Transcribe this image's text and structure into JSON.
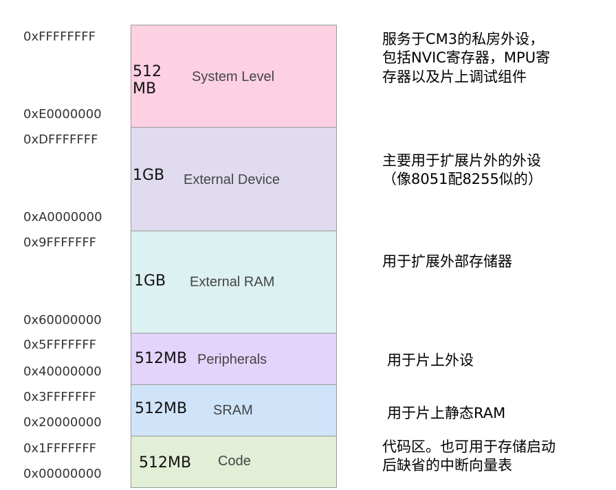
{
  "addresses": {
    "a0": "0xFFFFFFFF",
    "a1": "0xE0000000",
    "a2": "0xDFFFFFFF",
    "a3": "0xA0000000",
    "a4": "0x9FFFFFFF",
    "a5": "0x60000000",
    "a6": "0x5FFFFFFF",
    "a7": "0x40000000",
    "a8": "0x3FFFFFFF",
    "a9": "0x20000000",
    "a10": "0x1FFFFFFF",
    "a11": "0x00000000"
  },
  "regions": [
    {
      "size": "512\nMB",
      "name": "System Level",
      "color": "#fdd0e2",
      "description": "服务于CM3的私房外设，\n包括NVIC寄存器，MPU寄\n存器以及片上调试组件"
    },
    {
      "size": "1GB",
      "name": "External Device",
      "color": "#e1dbf0",
      "description": "主要用于扩展片外的外设\n（像8051配8255似的）"
    },
    {
      "size": "1GB",
      "name": "External RAM",
      "color": "#dcf1f1",
      "description": "用于扩展外部存储器"
    },
    {
      "size": "512MB",
      "name": "Peripherals",
      "color": "#e3d4fb",
      "description": "用于片上外设"
    },
    {
      "size": "512MB",
      "name": "SRAM",
      "color": "#cfe4f9",
      "description": "用于片上静态RAM"
    },
    {
      "size": "512MB",
      "name": "Code",
      "color": "#e2eed6",
      "description": "代码区。也可用于存储启动\n后缺省的中断向量表"
    }
  ]
}
